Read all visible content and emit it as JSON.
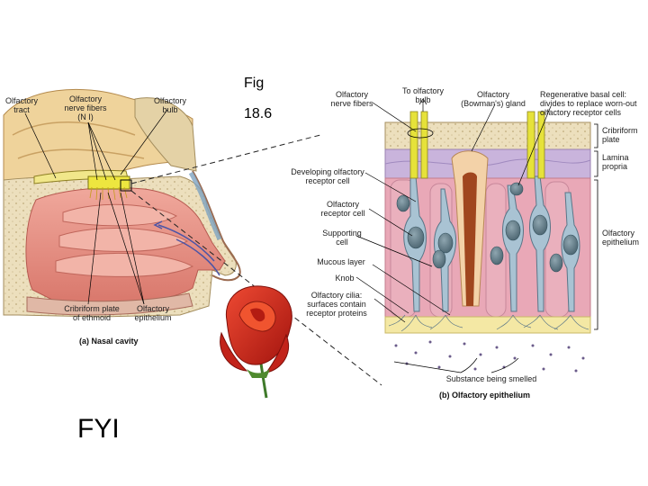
{
  "slide": {
    "fig_label": "Fig",
    "fig_number": "18.6",
    "fyi": "FYI"
  },
  "nasal_cavity": {
    "labels": {
      "olfactory_tract": "Olfactory\ntract",
      "olfactory_nerve_fibers": "Olfactory\nnerve fibers\n(N I)",
      "olfactory_bulb": "Olfactory\nbulb",
      "cribriform_plate_ethmoid": "Cribriform plate\nof ethmoid",
      "olfactory_epithelium": "Olfactory\nepithelium"
    },
    "caption": "(a) Nasal cavity"
  },
  "olfactory_epithelium": {
    "labels": {
      "olfactory_nerve_fibers": "Olfactory\nnerve fibers",
      "to_olfactory_bulb": "To olfactory\nbulb",
      "bowmans_gland": "Olfactory\n(Bowman's) gland",
      "regenerative_basal_cell": "Regenerative basal cell:\ndivides to replace worn-out\nolfactory receptor cells",
      "cribriform_plate": "Cribriform\nplate",
      "lamina_propria": "Lamina\npropria",
      "developing_receptor_cell": "Developing olfactory\nreceptor cell",
      "olfactory_receptor_cell": "Olfactory\nreceptor cell",
      "supporting_cell": "Supporting\ncell",
      "mucous_layer": "Mucous layer",
      "knob": "Knob",
      "olfactory_cilia": "Olfactory cilia:\nsurfaces contain\nreceptor proteins",
      "olfactory_epithelium_side": "Olfactory\nepithelium",
      "substance_smelled": "Substance being smelled"
    },
    "caption": "(b) Olfactory epithelium"
  },
  "colors": {
    "bone": "#e9dcb9",
    "brain": "#efd39b",
    "nasal_mucosa": "#e58d82",
    "epithelium_pink": "#e9a8b7",
    "nerve_yellow": "#e6e23a",
    "receptor_cell": "#a9c3d3",
    "rose_red": "#d8281c"
  }
}
